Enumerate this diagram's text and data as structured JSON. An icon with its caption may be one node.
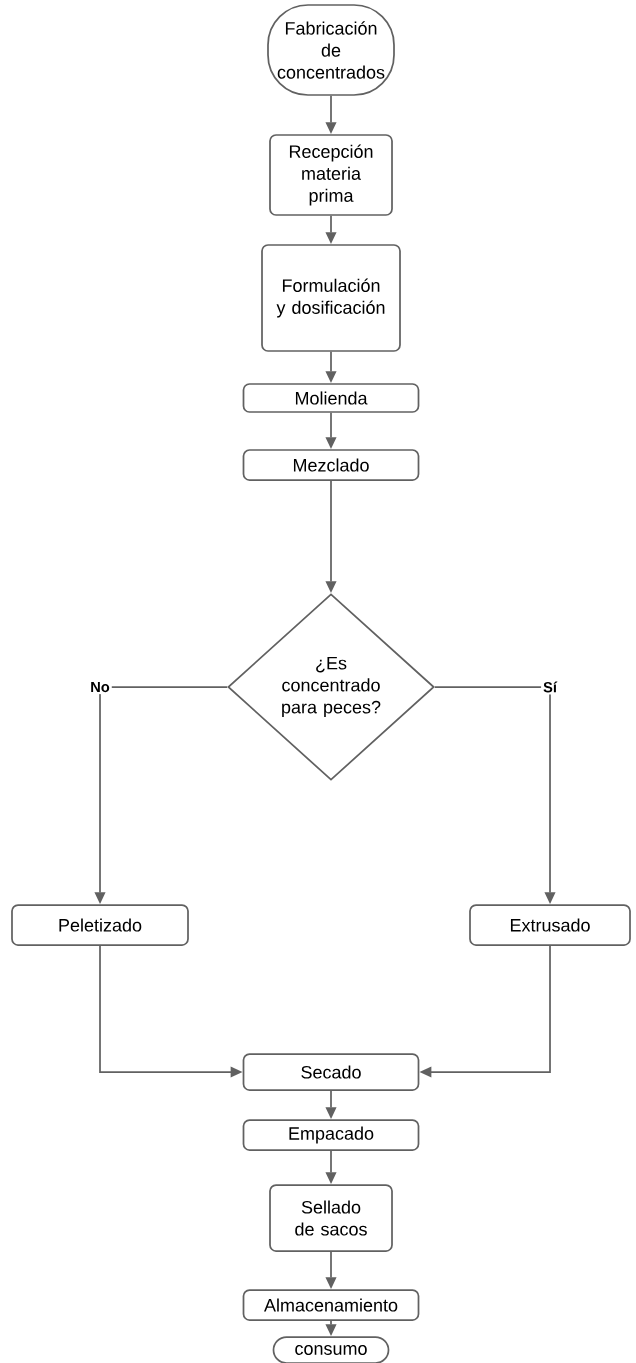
{
  "diagram": {
    "nodes": [
      {
        "text": [
          "Fabricación de concentrados"
        ]
      },
      {
        "text": [
          "Recepción materia prima"
        ]
      },
      {
        "text": [
          "Formulación y dosificación"
        ]
      },
      {
        "text": [
          "Molienda"
        ]
      },
      {
        "text": [
          "Mezclado"
        ]
      },
      {
        "text": [
          "¿Es concentrado para peces?"
        ]
      },
      {
        "text": [
          "Peletizado"
        ]
      },
      {
        "text": [
          "Extrusado"
        ]
      },
      {
        "text": [
          "Secado"
        ]
      },
      {
        "text": [
          "Empacado"
        ]
      },
      {
        "text": [
          "Sellado de sacos"
        ]
      },
      {
        "text": [
          "Almacenamiento"
        ]
      },
      {
        "text": [
          "consumo"
        ]
      }
    ],
    "edges": [
      {
        "from": 0,
        "to": 1,
        "arrow": "to"
      },
      {
        "from": 1,
        "to": 2,
        "arrow": "to"
      },
      {
        "from": 2,
        "to": 3,
        "arrow": "to"
      },
      {
        "from": 3,
        "to": 4,
        "arrow": "to"
      },
      {
        "from": 4,
        "to": 5,
        "arrow": "to"
      },
      {
        "from": 5,
        "to": 6,
        "arrow": "to",
        "label": "No"
      },
      {
        "from": 5,
        "to": 7,
        "arrow": "to",
        "label": "Sí"
      },
      {
        "from": 6,
        "to": 8,
        "arrow": "to"
      },
      {
        "from": 7,
        "to": 8,
        "arrow": "to"
      },
      {
        "from": 8,
        "to": 9,
        "arrow": "to"
      },
      {
        "from": 9,
        "to": 10,
        "arrow": "to"
      },
      {
        "from": 10,
        "to": 11,
        "arrow": "to"
      },
      {
        "from": 11,
        "to": 12,
        "arrow": "to"
      }
    ]
  }
}
